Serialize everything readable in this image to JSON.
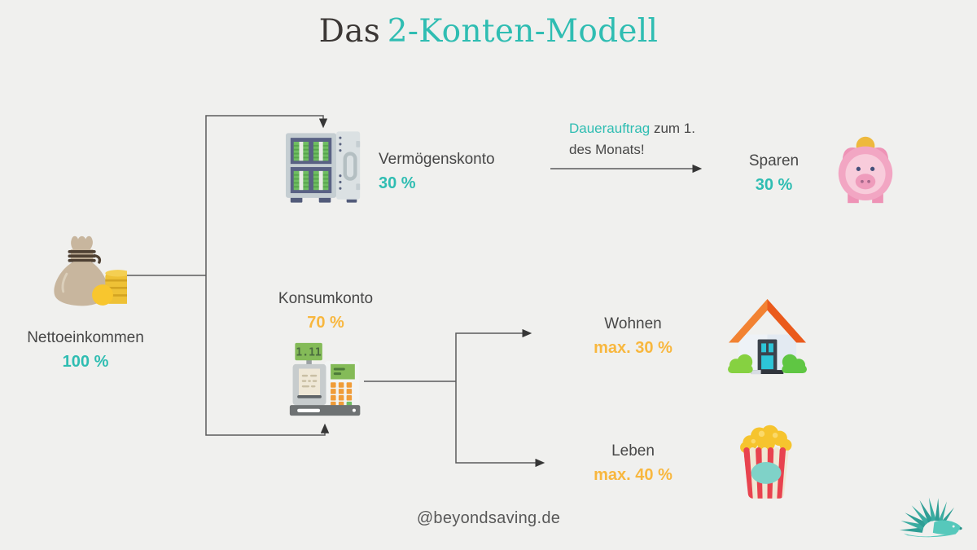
{
  "title": {
    "prefix": "Das",
    "highlight": "2-Konten-Modell"
  },
  "colors": {
    "background": "#f0f0ee",
    "teal_accent": "#2fbdb2",
    "orange_accent": "#f8b73e",
    "text_dark": "#474747",
    "line": "#5b5b5b"
  },
  "nodes": {
    "income": {
      "label": "Nettoeinkommen",
      "value": "100 %"
    },
    "asset": {
      "label": "Vermögenskonto",
      "value": "30 %"
    },
    "consumption": {
      "label": "Konsumkonto",
      "value": "70 %",
      "display": "1.11"
    },
    "saving": {
      "label": "Sparen",
      "value": "30 %"
    },
    "housing": {
      "label": "Wohnen",
      "value": "max. 30 %"
    },
    "living": {
      "label": "Leben",
      "value": "max. 40 %"
    }
  },
  "annotation": {
    "highlight": "Dauerauftrag",
    "line1_rest": "zum 1.",
    "line2": "des Monats!"
  },
  "footer": "@beyondsaving.de",
  "icons": {
    "income": "money-bag",
    "asset": "open-safe",
    "consumption": "cash-register",
    "saving": "piggy-bank",
    "housing": "house",
    "living": "popcorn-bucket",
    "brand": "hedgehog-logo"
  }
}
